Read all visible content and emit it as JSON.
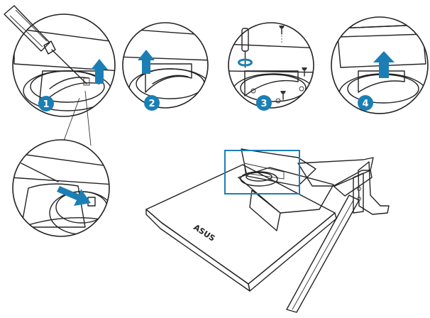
{
  "colors": {
    "callout_blue": "#1b7fb5",
    "outline": "#222222",
    "grey_dark": "#808080",
    "grey_light": "#d9d9d9",
    "badge_fill": "#1b7fb5"
  },
  "steps": [
    {
      "number": "1",
      "icon": "screwdriver-icon",
      "arrow": "up-arrow-icon"
    },
    {
      "number": "2",
      "icon": "lift-base-icon",
      "arrow": "up-arrow-icon"
    },
    {
      "number": "3",
      "icon": "screw-icon",
      "arrow": "rotate-icon"
    },
    {
      "number": "4",
      "icon": "remove-cover-icon",
      "arrow": "up-arrow-icon"
    }
  ],
  "logo_text": "ASUS"
}
